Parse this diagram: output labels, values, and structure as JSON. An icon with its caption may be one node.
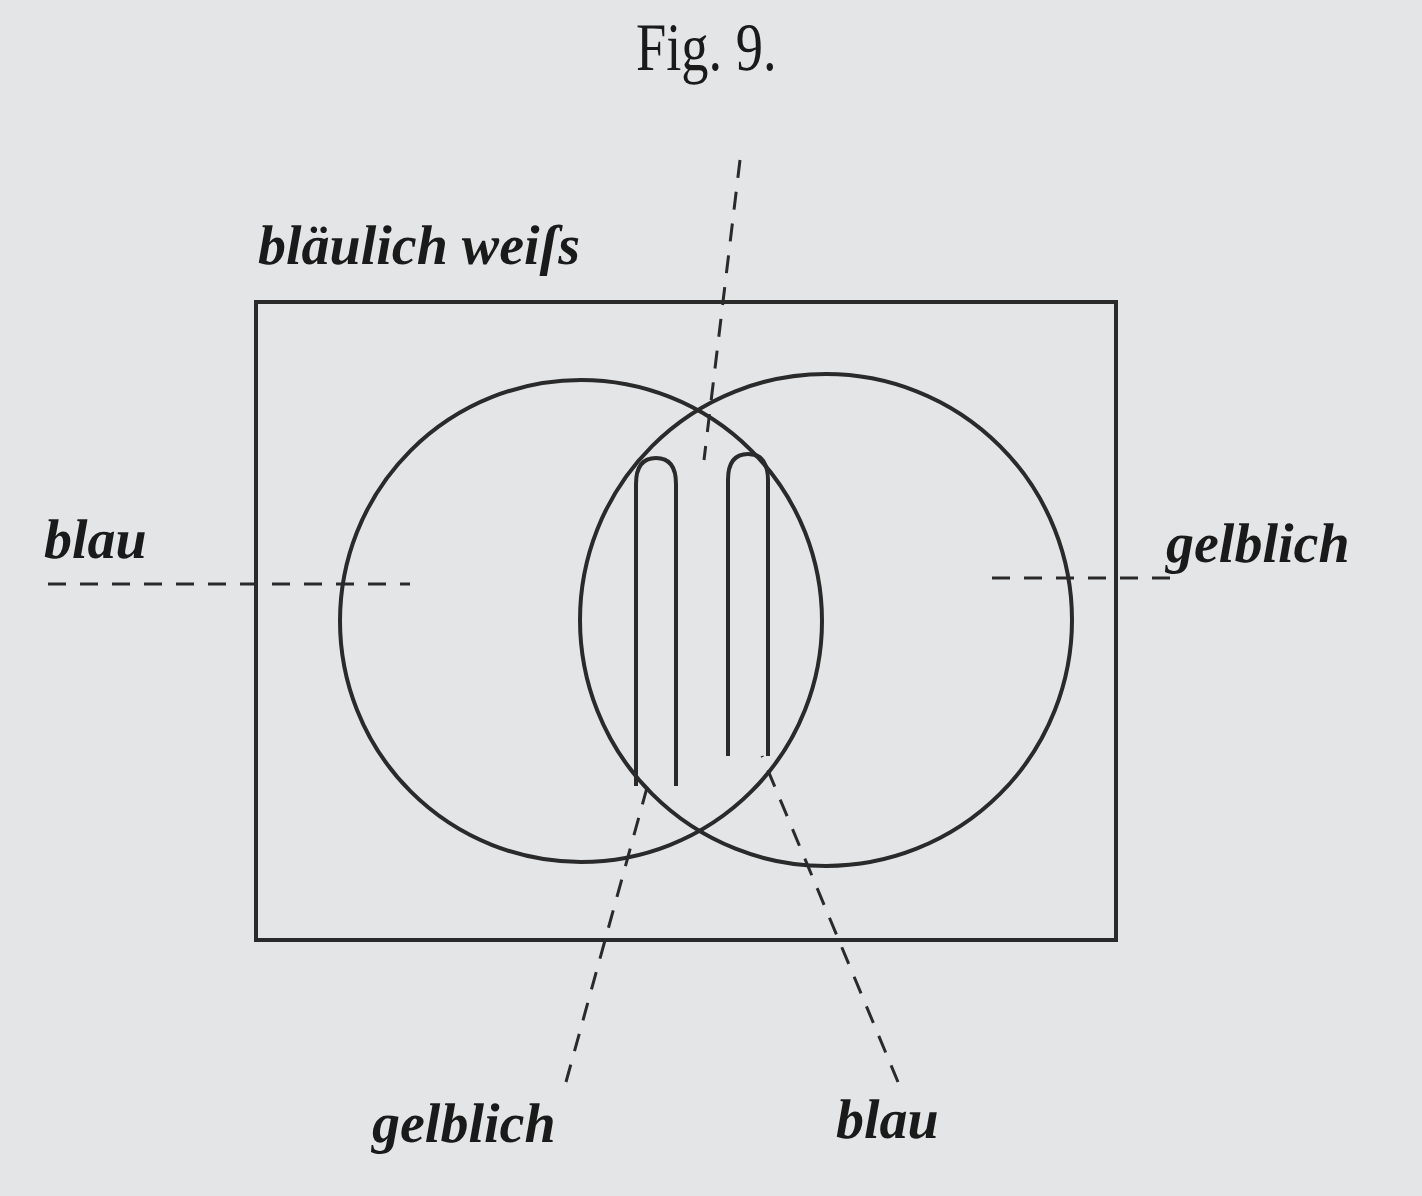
{
  "diagram": {
    "title": "Fig. 9.",
    "nodes": [
      {
        "text": [
          "bläulich weiſs"
        ]
      },
      {
        "text": [],
        "shape": "circle",
        "in": 0
      },
      {
        "text": [],
        "shape": "circle",
        "in": 0
      },
      {
        "text": [],
        "shape": "bar"
      },
      {
        "text": [],
        "shape": "bar"
      },
      {
        "text": [
          "blau"
        ]
      },
      {
        "text": [
          "gelblich"
        ]
      },
      {
        "text": [
          "gelblich"
        ]
      },
      {
        "text": [
          "blau"
        ]
      }
    ],
    "edges": [
      {
        "from": null,
        "to": 1,
        "arrow": "none",
        "style": "dashed"
      },
      {
        "from": 5,
        "to": 1,
        "arrow": "none",
        "style": "dashed"
      },
      {
        "from": 6,
        "to": 2,
        "arrow": "none",
        "style": "dashed"
      },
      {
        "from": 7,
        "to": 3,
        "arrow": "none",
        "style": "dashed"
      },
      {
        "from": 8,
        "to": 4,
        "arrow": "none",
        "style": "dashed"
      }
    ]
  }
}
